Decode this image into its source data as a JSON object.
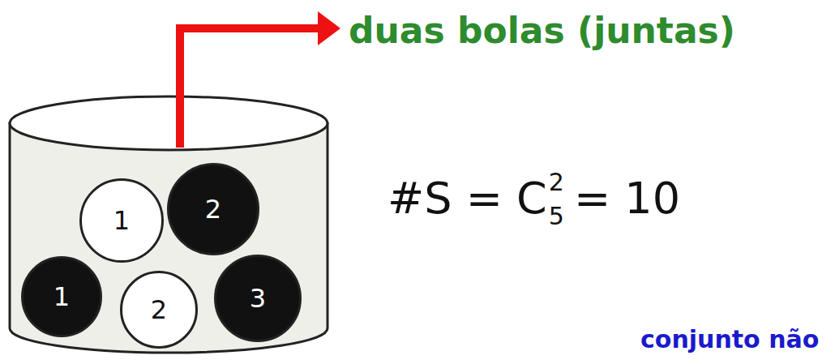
{
  "diagram": {
    "nodes": [
      {
        "text": [
          "1"
        ]
      },
      {
        "text": [
          "2"
        ]
      },
      {
        "text": [
          "1"
        ]
      },
      {
        "text": [
          "2"
        ]
      },
      {
        "text": [
          "3"
        ]
      }
    ],
    "labels": [
      "duas bolas (juntas)",
      "#S = C",
      "2",
      "5",
      "= 10",
      "conjunto não"
    ]
  }
}
